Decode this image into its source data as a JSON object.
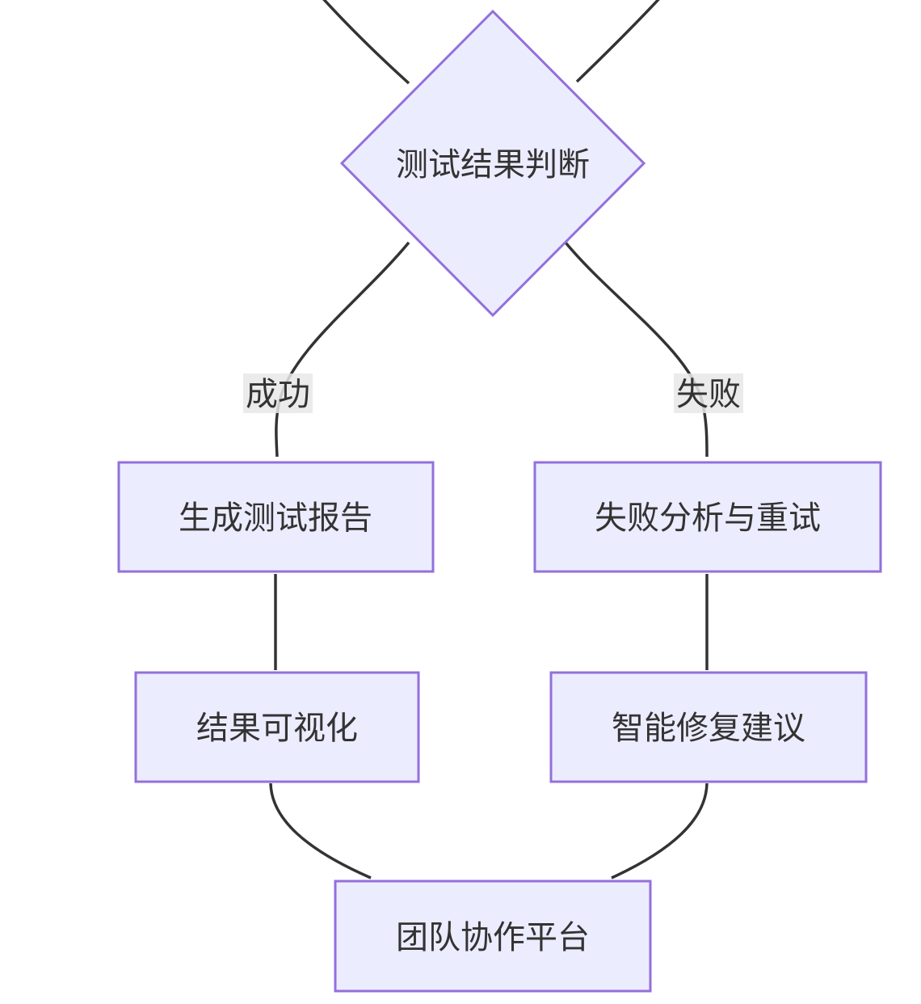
{
  "diagram": {
    "type": "flowchart",
    "direction": "top-down",
    "nodes": [
      {
        "id": "decision",
        "shape": "diamond",
        "label": "测试结果判断"
      },
      {
        "id": "report",
        "shape": "rect",
        "label": "生成测试报告"
      },
      {
        "id": "retry",
        "shape": "rect",
        "label": "失败分析与重试"
      },
      {
        "id": "visualization",
        "shape": "rect",
        "label": "结果可视化"
      },
      {
        "id": "fix",
        "shape": "rect",
        "label": "智能修复建议"
      },
      {
        "id": "platform",
        "shape": "rect",
        "label": "团队协作平台"
      }
    ],
    "edges": [
      {
        "from": "offscreen-upper-left",
        "to": "decision",
        "label": ""
      },
      {
        "from": "offscreen-upper-right",
        "to": "decision",
        "label": ""
      },
      {
        "from": "decision",
        "to": "report",
        "label": "成功"
      },
      {
        "from": "decision",
        "to": "retry",
        "label": "失败"
      },
      {
        "from": "report",
        "to": "visualization",
        "label": ""
      },
      {
        "from": "retry",
        "to": "fix",
        "label": ""
      },
      {
        "from": "visualization",
        "to": "platform",
        "label": ""
      },
      {
        "from": "fix",
        "to": "platform",
        "label": ""
      }
    ]
  },
  "theme": {
    "node_fill": "#ECECFF",
    "node_border": "#9370DB",
    "edge_color": "#333333",
    "text_color": "#333333",
    "label_bg": "#E8E8E8",
    "canvas_bg": "#FFFFFF"
  }
}
